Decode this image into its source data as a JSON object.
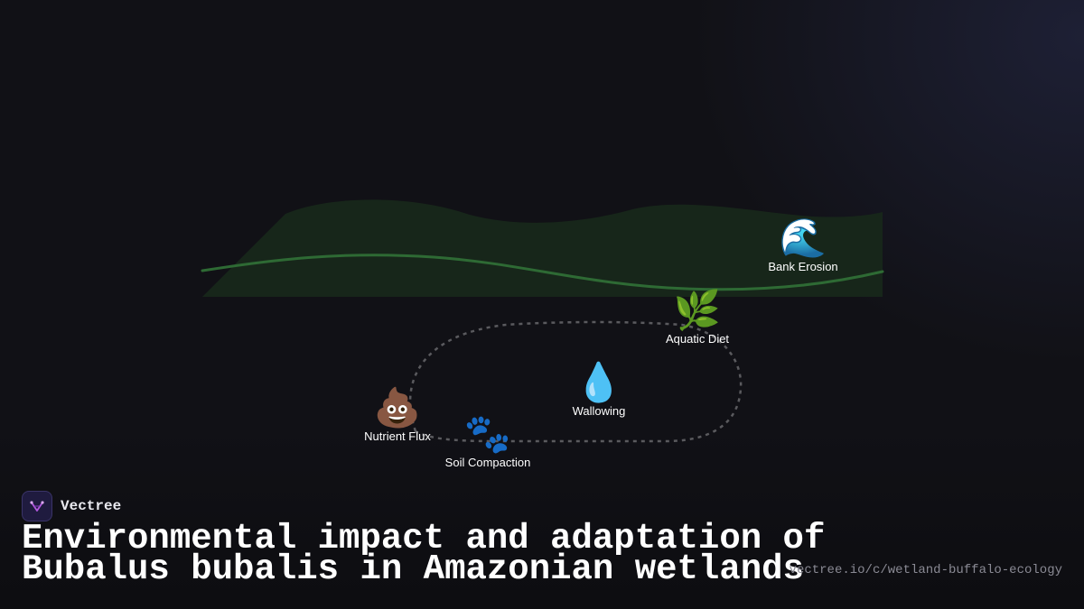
{
  "brand": {
    "name": "Vectree"
  },
  "title": {
    "line1": "Environmental impact and adaptation of",
    "line2": "Bubalus bubalis in Amazonian wetlands"
  },
  "url": "vectree.io/c/wetland-buffalo-ecology",
  "nodes": [
    {
      "id": "bank-erosion",
      "label": "Bank Erosion",
      "emoji": "🌊"
    },
    {
      "id": "aquatic-diet",
      "label": "Aquatic Diet",
      "emoji": "🌿"
    },
    {
      "id": "wallowing",
      "label": "Wallowing",
      "emoji": "💧"
    },
    {
      "id": "nutrient-flux",
      "label": "Nutrient Flux",
      "emoji": "💩"
    },
    {
      "id": "soil-compaction",
      "label": "Soil Compaction",
      "emoji": "🐾"
    }
  ],
  "colors": {
    "background": "#111116",
    "wetland_fill": "#17261a",
    "river_line": "#2e6a34",
    "path_dash": "#5a5a5e",
    "logo_bg": "#1f1b3f",
    "logo_mark": "#b45ae0"
  }
}
